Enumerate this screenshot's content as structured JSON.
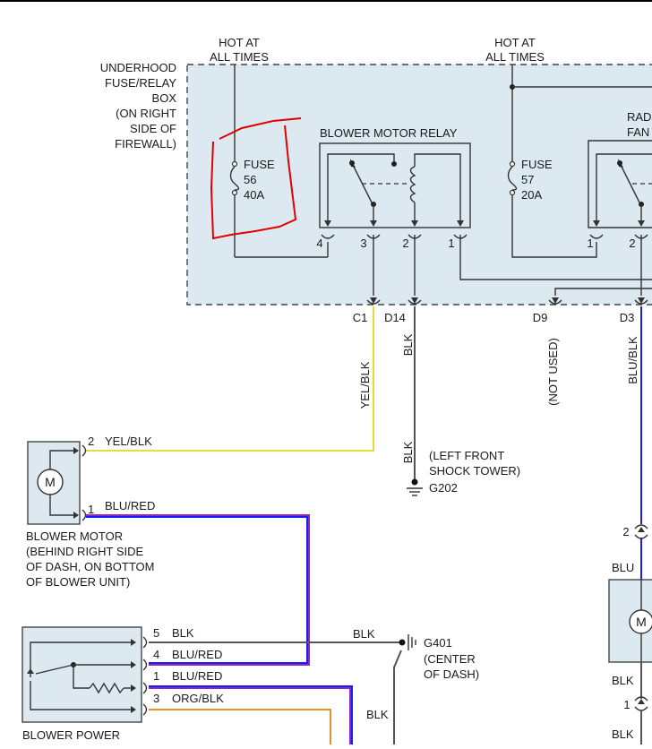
{
  "colors": {
    "box_fill": "#dce9f1",
    "black": "#555555",
    "yel": "#e8dc3a",
    "blue": "#1a1aff",
    "purple": "#8a2ab8",
    "orange": "#e8902a",
    "red_marker": "#e00000"
  },
  "labels": {
    "hot1_line1": "HOT AT",
    "hot1_line2": "ALL TIMES",
    "hot2_line1": "HOT AT",
    "hot2_line2": "ALL TIMES",
    "fuse_box_1": "UNDERHOOD",
    "fuse_box_2": "FUSE/RELAY",
    "fuse_box_3": "BOX",
    "fuse_box_4": "(ON RIGHT",
    "fuse_box_5": "SIDE OF",
    "fuse_box_6": "FIREWALL)",
    "blower_relay": "BLOWER MOTOR RELAY",
    "fuse56_1": "FUSE",
    "fuse56_2": "56",
    "fuse56_3": "40A",
    "fuse57_1": "FUSE",
    "fuse57_2": "57",
    "fuse57_3": "20A",
    "rad_1": "RAD",
    "rad_2": "FAN",
    "pin_4": "4",
    "pin_3": "3",
    "pin_2": "2",
    "pin_1": "1",
    "rad_pin_1": "1",
    "rad_pin_2": "2",
    "conn_c1": "C1",
    "conn_d14": "D14",
    "conn_d9": "D9",
    "conn_d3": "D3",
    "wire_yelblk": "YEL/BLK",
    "wire_blk": "BLK",
    "wire_not_used": "(NOT USED)",
    "wire_blublk": "BLU/BLK",
    "blk_2": "BLK",
    "gnd_1": "(LEFT FRONT",
    "gnd_2": "SHOCK TOWER)",
    "gnd_3": "G202",
    "motor_pin2": "2",
    "motor_wire2": "YEL/BLK",
    "motor_pin1": "1",
    "motor_wire1": "BLU/RED",
    "motor_symbol": "M",
    "motor_1": "BLOWER MOTOR",
    "motor_2": "(BEHIND RIGHT SIDE",
    "motor_3": "OF DASH, ON BOTTOM",
    "motor_4": "OF BLOWER UNIT)",
    "res_pin5": "5",
    "res_wire5": "BLK",
    "res_pin4": "4",
    "res_wire4": "BLU/RED",
    "res_pin1": "1",
    "res_wire1": "BLU/RED",
    "res_pin3": "3",
    "res_wire3": "ORG/BLK",
    "res_title": "BLOWER POWER",
    "g401_wire": "BLK",
    "g401_1": "G401",
    "g401_2": "(CENTER",
    "g401_3": "OF DASH)",
    "blk_3": "BLK",
    "right_pin2": "2",
    "right_blu": "BLU",
    "right_m": "M",
    "right_blk": "BLK",
    "right_pin1": "1",
    "right_blk2": "BLK"
  }
}
